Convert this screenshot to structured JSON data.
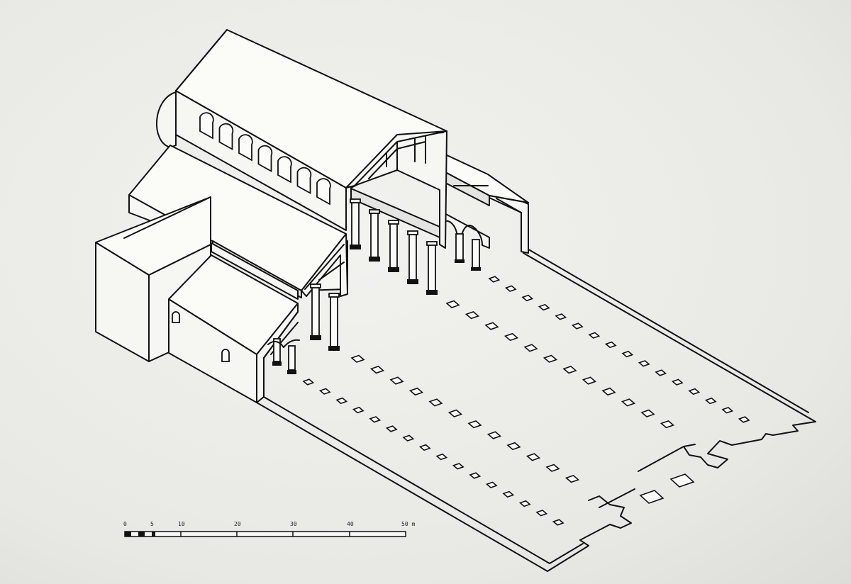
{
  "scale_bar": {
    "labels": [
      "0",
      "5",
      "10",
      "20",
      "30",
      "40",
      "50 m"
    ]
  }
}
